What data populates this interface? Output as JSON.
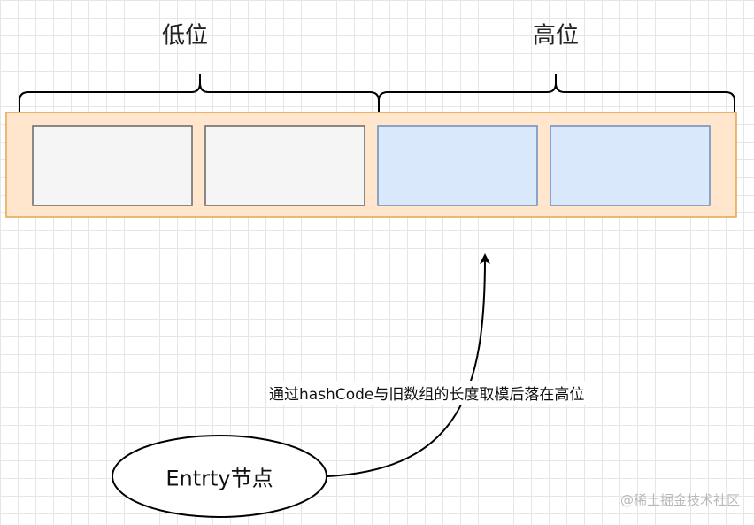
{
  "groups": {
    "low_label": "低位",
    "high_label": "高位"
  },
  "array": {
    "outer_fill": "#ffe6cc",
    "outer_stroke": "#e8a44a",
    "cells": [
      {
        "fill": "#f5f5f5",
        "stroke": "#666666"
      },
      {
        "fill": "#f5f5f5",
        "stroke": "#666666"
      },
      {
        "fill": "#dae8fc",
        "stroke": "#6c8ebf"
      },
      {
        "fill": "#dae8fc",
        "stroke": "#6c8ebf"
      }
    ]
  },
  "arrow": {
    "label": "通过hashCode与旧数组的长度取模后落在高位"
  },
  "node": {
    "label": "Entrty节点"
  },
  "watermark": "@稀土掘金技术社区"
}
